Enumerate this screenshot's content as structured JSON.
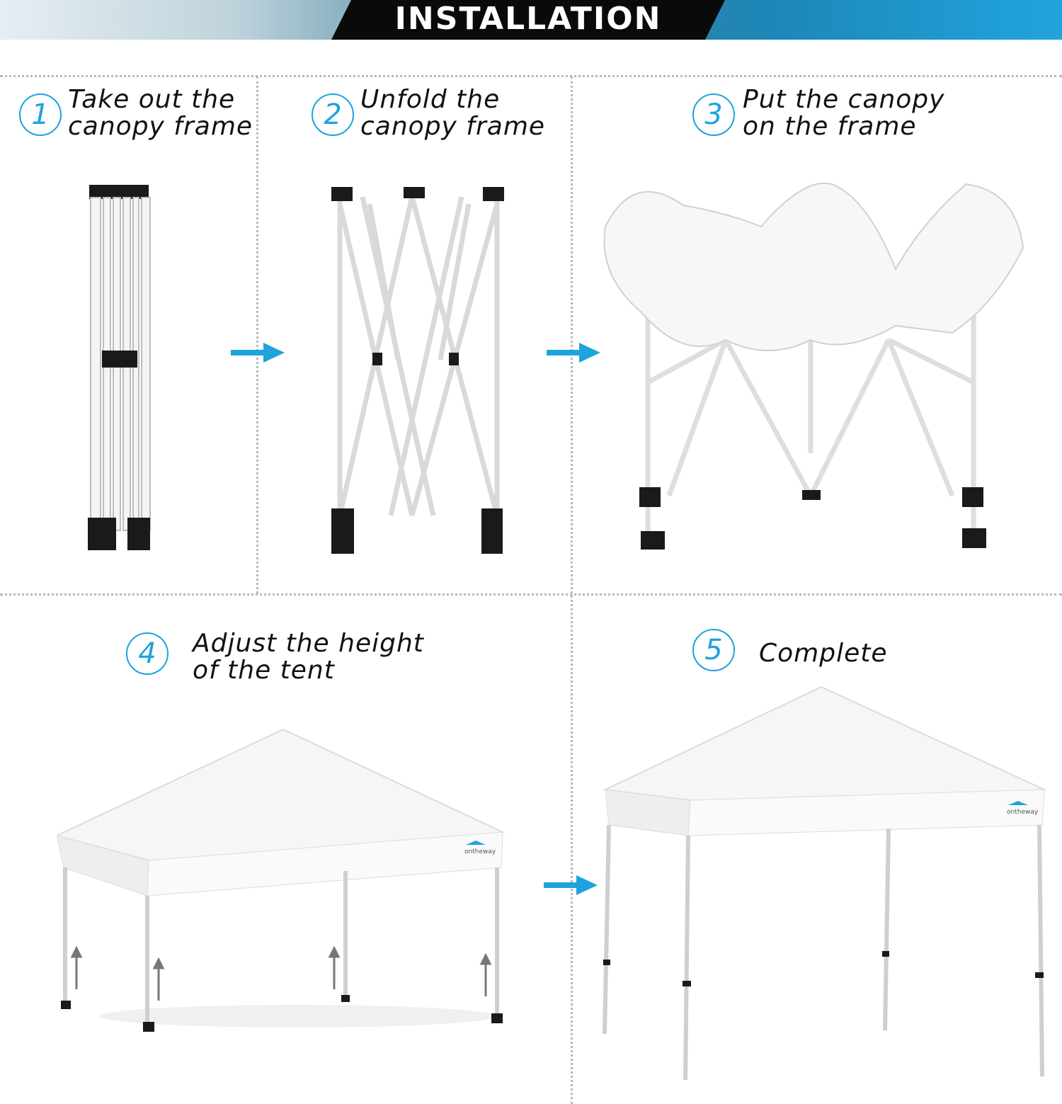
{
  "header": {
    "title": "INSTALLATION  STEPS"
  },
  "colors": {
    "accent": "#1ea3dc",
    "header_dark": "#0a0a0a",
    "divider": "#b9b9b9"
  },
  "steps": [
    {
      "number": "1",
      "line1": "Take out the",
      "line2": "canopy frame"
    },
    {
      "number": "2",
      "line1": "Unfold the",
      "line2": "canopy frame"
    },
    {
      "number": "3",
      "line1": "Put the canopy",
      "line2": "on the frame"
    },
    {
      "number": "4",
      "line1": "Adjust the height",
      "line2": "of the tent"
    },
    {
      "number": "5",
      "line1": "Complete",
      "line2": ""
    }
  ],
  "brand_logo": "ontheway"
}
